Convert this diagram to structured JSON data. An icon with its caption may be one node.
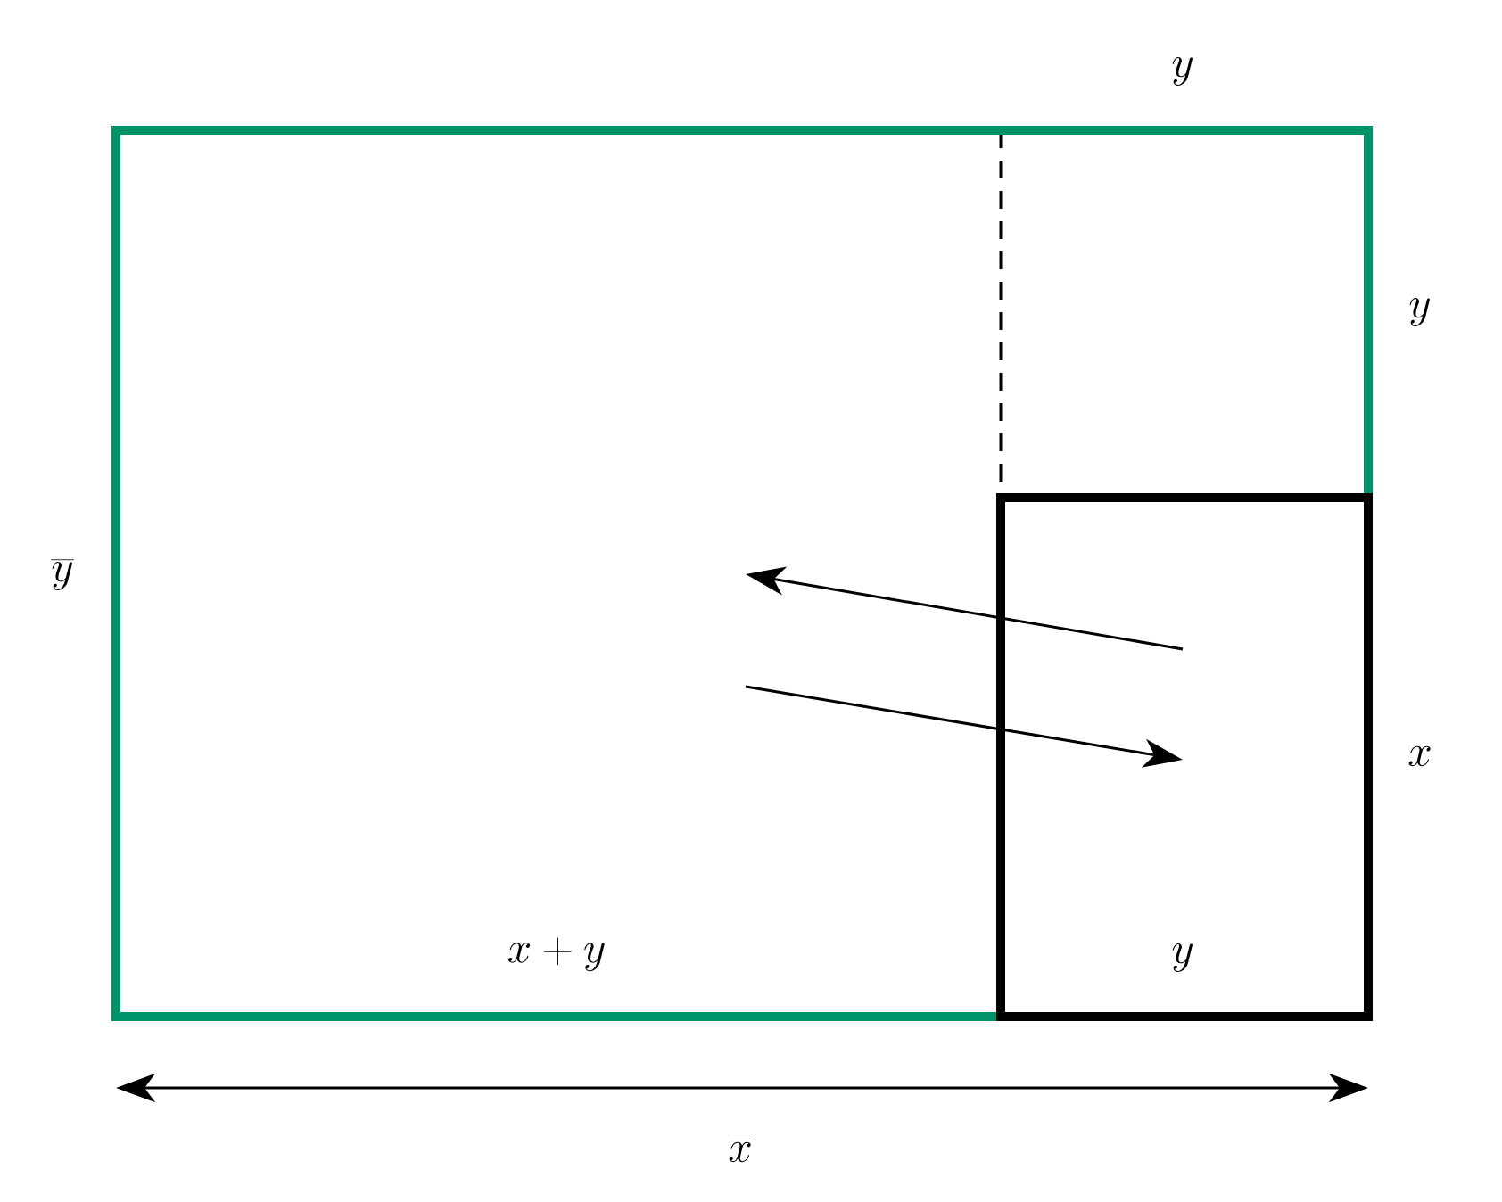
{
  "diagram": {
    "nodes": [
      {
        "text": [
          "x + y"
        ]
      },
      {
        "text": [
          "y"
        ],
        "in": 0
      }
    ],
    "labels": [
      "y",
      "y",
      "\\overline{y}",
      "x",
      "\\overline{x}"
    ]
  }
}
